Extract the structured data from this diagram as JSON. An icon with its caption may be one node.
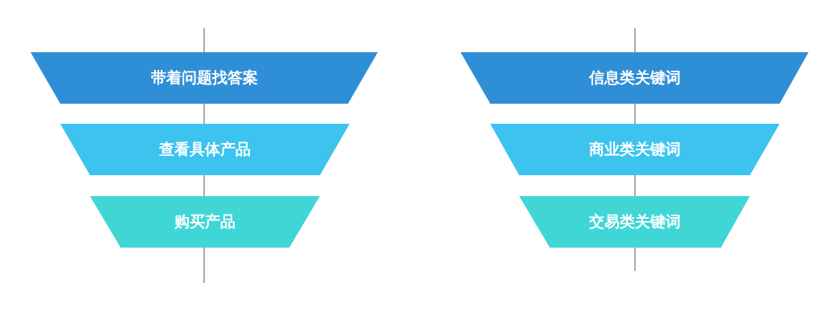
{
  "diagram": {
    "nodes": [
      {
        "text": [
          "带着问题找答案"
        ]
      },
      {
        "text": [
          "查看具体产品"
        ]
      },
      {
        "text": [
          "购买产品"
        ]
      },
      {
        "text": [
          "信息类关键词"
        ]
      },
      {
        "text": [
          "商业类关键词"
        ]
      },
      {
        "text": [
          "交易类关键词"
        ]
      }
    ]
  }
}
